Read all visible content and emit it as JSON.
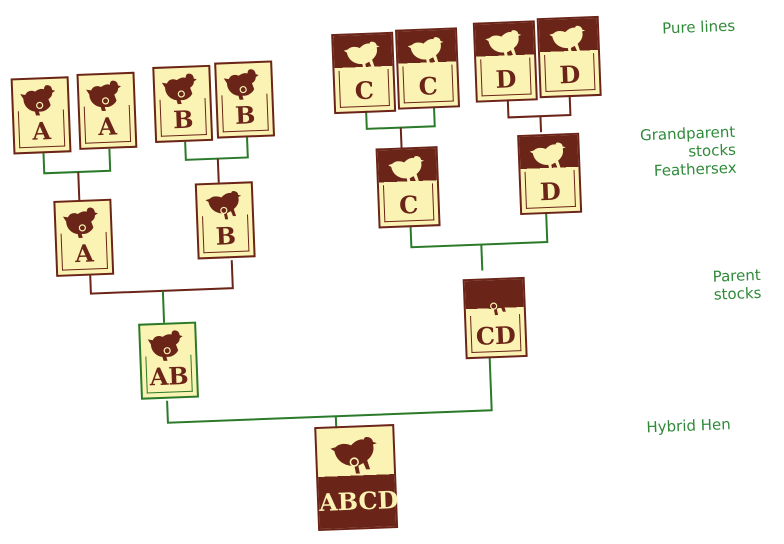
{
  "labels": {
    "pure_lines": "Pure lines",
    "grandparent": "Grandparent",
    "stocks": "stocks",
    "feathersex": "Feathersex",
    "parent": "Parent",
    "parent_stocks": "stocks",
    "hybrid": "Hybrid Hen"
  },
  "cards": {
    "pure_a1": "A",
    "pure_a2": "A",
    "pure_b1": "B",
    "pure_b2": "B",
    "pure_c1": "C",
    "pure_c2": "C",
    "pure_d1": "D",
    "pure_d2": "D",
    "gp_a": "A",
    "gp_b": "B",
    "gp_c": "C",
    "gp_d": "D",
    "parent_ab": "AB",
    "parent_cd": "CD",
    "hybrid": "ABCD"
  },
  "colors": {
    "brown": "#6b2418",
    "cream": "#fbf3b4",
    "green": "#2f8a3a"
  }
}
